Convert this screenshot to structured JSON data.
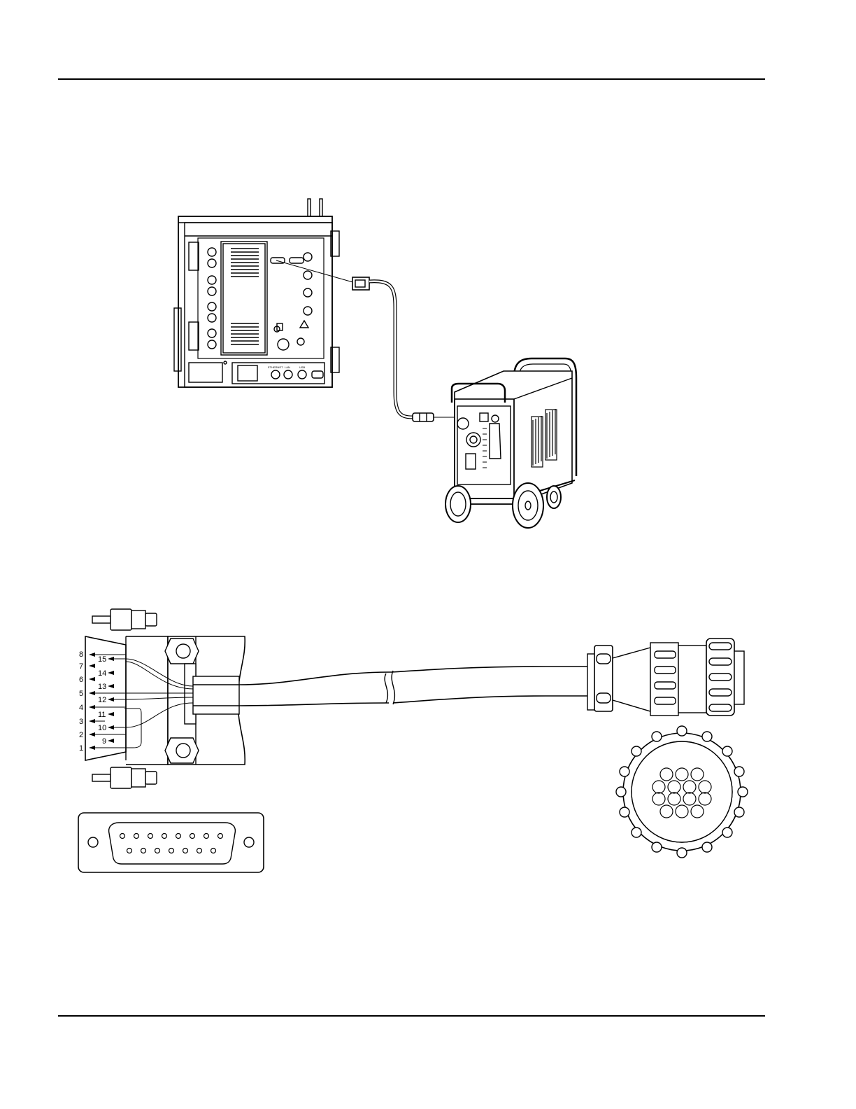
{
  "panel_labels": {
    "ethernet": "ETHERNET",
    "lan": "LAN",
    "usb": "USB"
  },
  "db15_pins": {
    "outer": [
      "8",
      "7",
      "6",
      "5",
      "4",
      "3",
      "2",
      "1"
    ],
    "inner": [
      "15",
      "14",
      "13",
      "12",
      "11",
      "10",
      "9"
    ]
  },
  "colors": {
    "line": "#000000",
    "background": "#ffffff"
  }
}
